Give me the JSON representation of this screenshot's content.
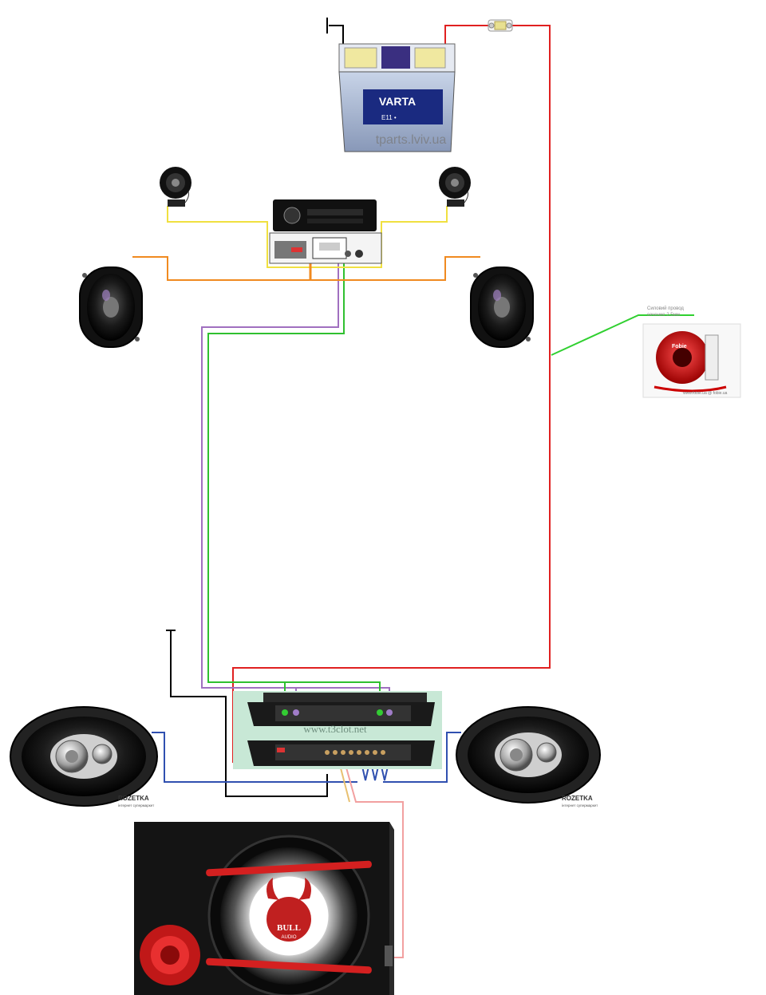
{
  "battery": {
    "brand": "VARTA",
    "capacity": "E11 •",
    "watermark": "tparts.lviv.ua"
  },
  "amplifier": {
    "watermark": "www.t3clot.net"
  },
  "rear_speaker_left": {
    "logo": "ROZETKA",
    "tagline": "інтернет супермаркет"
  },
  "rear_speaker_right": {
    "logo": "ROZETKA",
    "tagline": "інтернет супермаркет"
  },
  "subwoofer": {
    "logo_top": "BULL",
    "logo_bottom": "AUDIO"
  },
  "power_cable": {
    "caption_line1": "Силовий провод",
    "caption_line2": "сечение 2.5мм",
    "spool_brand": "Fobie",
    "credit": "www.fobie.ua @ fobie.ua"
  },
  "colors": {
    "power": "#e02020",
    "ground": "#000000",
    "rca_left": "#a070c0",
    "rca_right": "#30c030",
    "front_tweeter": "#f0e040",
    "front_mid": "#f08a20",
    "rear_speakers": "#3050b0",
    "sub_feed": "#f2a0a0",
    "caption_line": "#30d030"
  }
}
